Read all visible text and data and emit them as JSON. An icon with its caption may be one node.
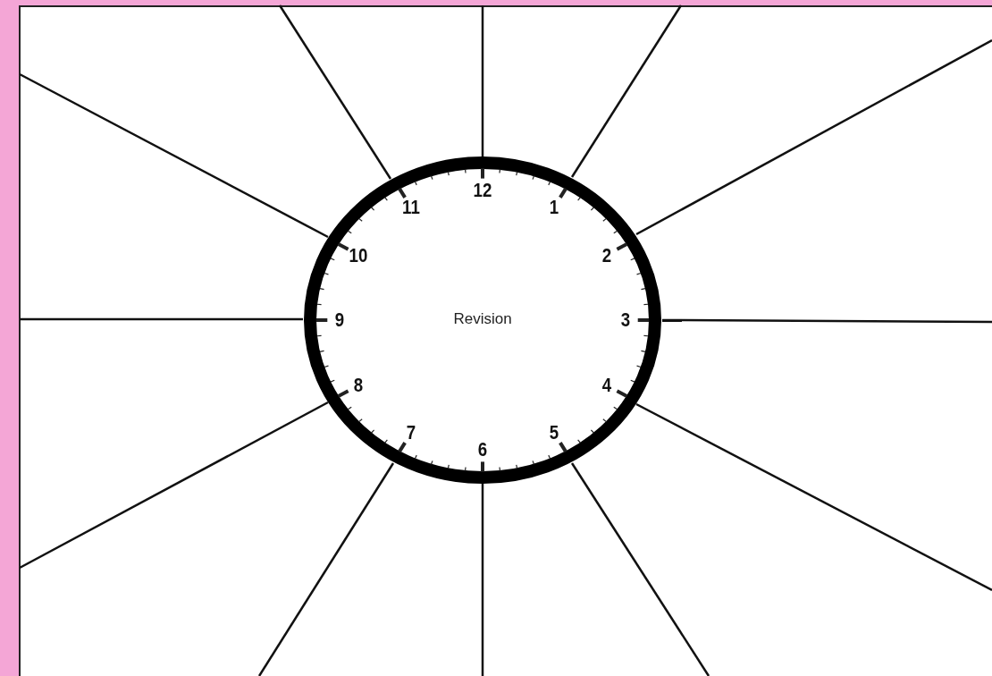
{
  "diagram": {
    "nodes": [
      {
        "text": [
          "Revision"
        ]
      }
    ],
    "labels": [
      "12",
      "1",
      "2",
      "3",
      "4",
      "5",
      "6",
      "7",
      "8",
      "9",
      "10",
      "11"
    ]
  }
}
